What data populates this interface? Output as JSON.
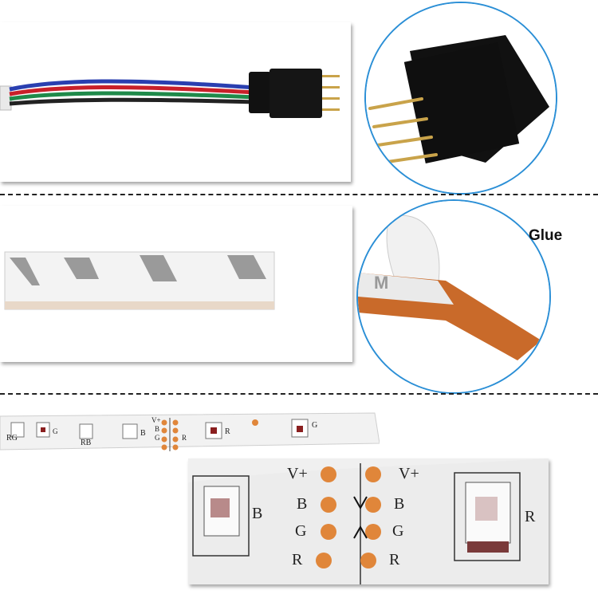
{
  "callouts": {
    "glue_label": "Glue"
  },
  "strip_labels": {
    "small": [
      "RG",
      "G",
      "RB",
      "B",
      "V+",
      "B",
      "G",
      "R",
      "R",
      "G"
    ],
    "zoom_left": [
      "V+",
      "B",
      "G",
      "R"
    ],
    "zoom_right": [
      "V+",
      "B",
      "G",
      "R"
    ],
    "zoom_side_left": "B",
    "zoom_side_right": "R"
  },
  "colors": {
    "circle_border": "#2b8fd6",
    "wire_red": "#c8202a",
    "wire_green": "#1f8a4a",
    "wire_blue": "#2a3fb0",
    "pad_copper": "#e0863a",
    "backing_gray": "#8f8f8f"
  }
}
